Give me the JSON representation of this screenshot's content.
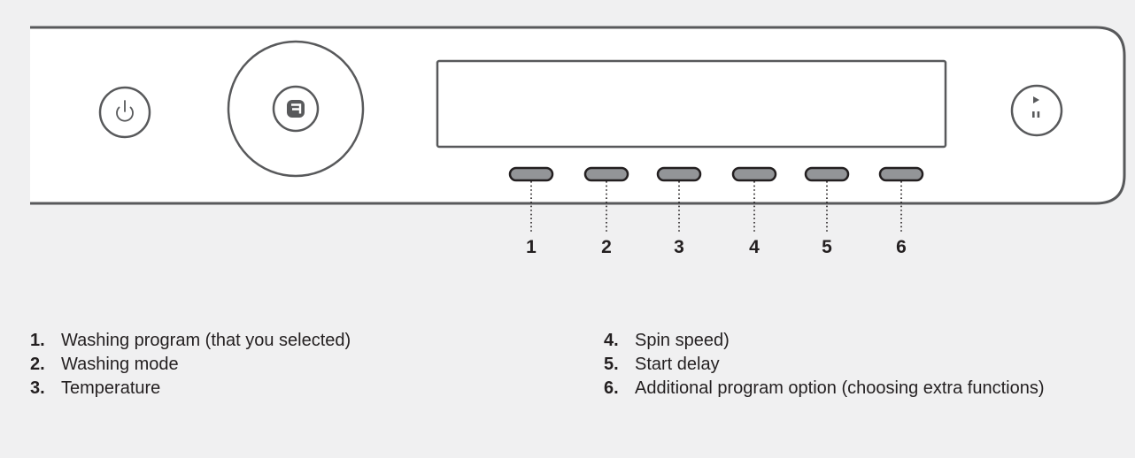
{
  "callouts": [
    "1",
    "2",
    "3",
    "4",
    "5",
    "6"
  ],
  "legend": {
    "left": [
      {
        "num": "1.",
        "text": "Washing program (that you selected)"
      },
      {
        "num": "2.",
        "text": "Washing mode"
      },
      {
        "num": "3.",
        "text": "Temperature"
      }
    ],
    "right": [
      {
        "num": "4.",
        "text": "Spin speed)"
      },
      {
        "num": "5.",
        "text": "Start delay"
      },
      {
        "num": "6.",
        "text": "Additional program option (choosing extra functions)"
      }
    ]
  },
  "icons": {
    "power": "power-icon",
    "selector": "brand-logo-icon",
    "start": "play-pause-icon"
  },
  "colors": {
    "background": "#f0f0f1",
    "panel": "#ffffff",
    "outline": "#58595b",
    "button": "#939598",
    "text": "#231f20"
  }
}
